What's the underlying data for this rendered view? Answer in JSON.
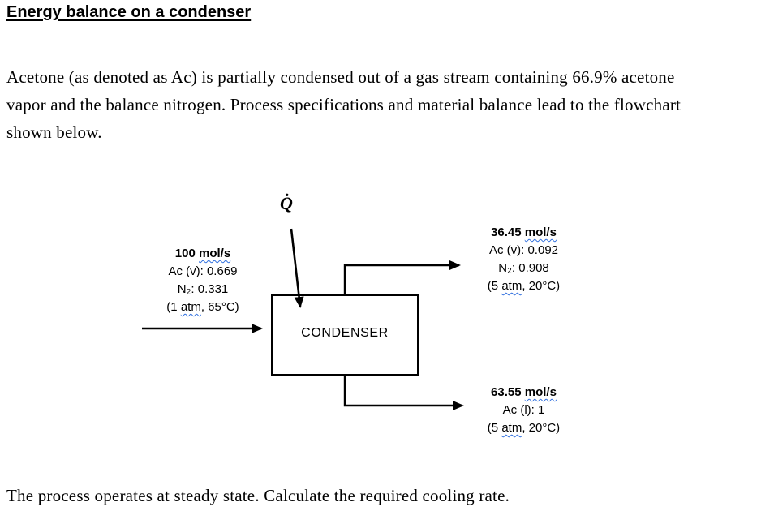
{
  "doc": {
    "title": "Energy balance on a condenser",
    "intro_lines": [
      "Acetone (as denoted as Ac) is partially condensed out of a gas stream containing 66.9% acetone",
      "vapor and the balance nitrogen. Process specifications and material balance lead to the flowchart",
      "shown below."
    ],
    "closing": "The process operates at steady state. Calculate the required cooling rate."
  },
  "diagram": {
    "heat_symbol": "Q̇",
    "condenser_label": "CONDENSER",
    "feed": {
      "flow_value": "100 ",
      "flow_unit": "mol/s",
      "comp1": "Ac (v): 0.669",
      "comp2": "N₂: 0.331",
      "cond_pre": "(1 ",
      "cond_unit": "atm",
      "cond_post": ", 65°C)"
    },
    "vapor_out": {
      "flow_value": "36.45 ",
      "flow_unit": "mol/s",
      "comp1": "Ac (v): 0.092",
      "comp2": "N₂: 0.908",
      "cond_pre": "(5 ",
      "cond_unit": "atm",
      "cond_post": ", 20°C)"
    },
    "liquid_out": {
      "flow_value": "63.55 ",
      "flow_unit": "mol/s",
      "comp1": "Ac (l): 1",
      "cond_pre": "(5 ",
      "cond_unit": "atm",
      "cond_post": ", 20°C)"
    }
  }
}
